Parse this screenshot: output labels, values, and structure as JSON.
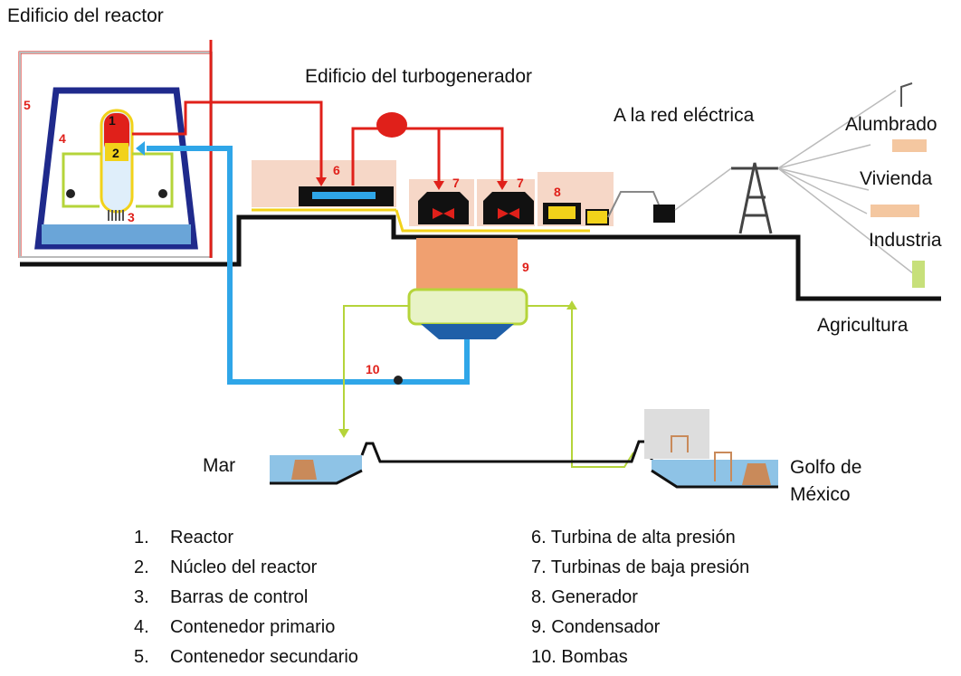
{
  "labels": {
    "reactor_building": "Edificio del reactor",
    "turbine_building": "Edificio del turbogenerador",
    "grid": "A la red eléctrica",
    "lighting": "Alumbrado",
    "housing": "Vivienda",
    "industry": "Industria",
    "agriculture": "Agricultura",
    "sea": "Mar",
    "gulf": "Golfo de\nMéxico"
  },
  "numbers": [
    "1",
    "2",
    "3",
    "4",
    "5",
    "6",
    "7",
    "7",
    "8",
    "9",
    "10"
  ],
  "legend_left": [
    {
      "n": "1.",
      "t": "Reactor"
    },
    {
      "n": "2.",
      "t": "Núcleo del reactor"
    },
    {
      "n": "3.",
      "t": "Barras de control"
    },
    {
      "n": "4.",
      "t": "Contenedor primario"
    },
    {
      "n": "5.",
      "t": "Contenedor secundario"
    }
  ],
  "legend_right": [
    "6. Turbina de alta presión",
    "7. Turbinas de baja presión",
    "8. Generador",
    "9. Condensador",
    "10. Bombas"
  ],
  "colors": {
    "steam": "#e0201a",
    "feedwater": "#2fa6e8",
    "cooling": "#b5d43a",
    "containment": "#1f2a8c",
    "ground": "#111111",
    "building": "#f6d7c7"
  }
}
